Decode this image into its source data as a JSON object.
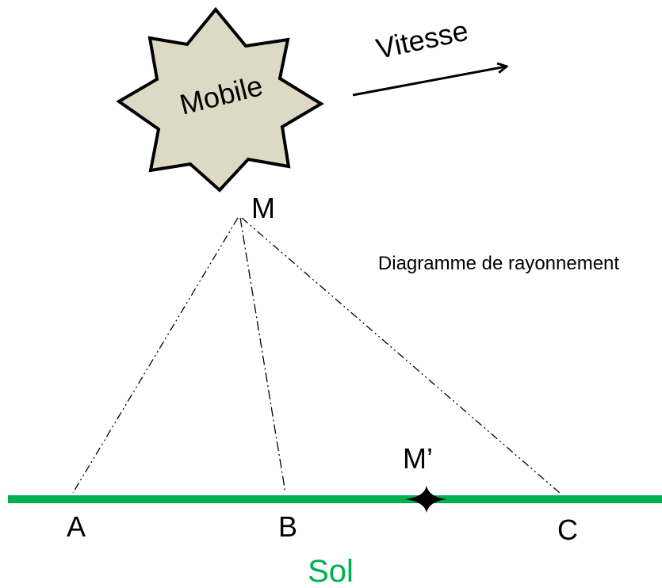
{
  "mobile": {
    "label": "Mobile",
    "fill_color": "#ddd9c4",
    "outline_color": "#000000",
    "shape": "seven-point-star"
  },
  "velocity": {
    "label": "Vitesse"
  },
  "points": {
    "m": "M",
    "m_prime": "M’",
    "a": "A",
    "b": "B",
    "c": "C"
  },
  "radiation_pattern": {
    "label": "Diagramme de rayonnement"
  },
  "ground": {
    "label": "Sol",
    "color": "#00b050"
  }
}
